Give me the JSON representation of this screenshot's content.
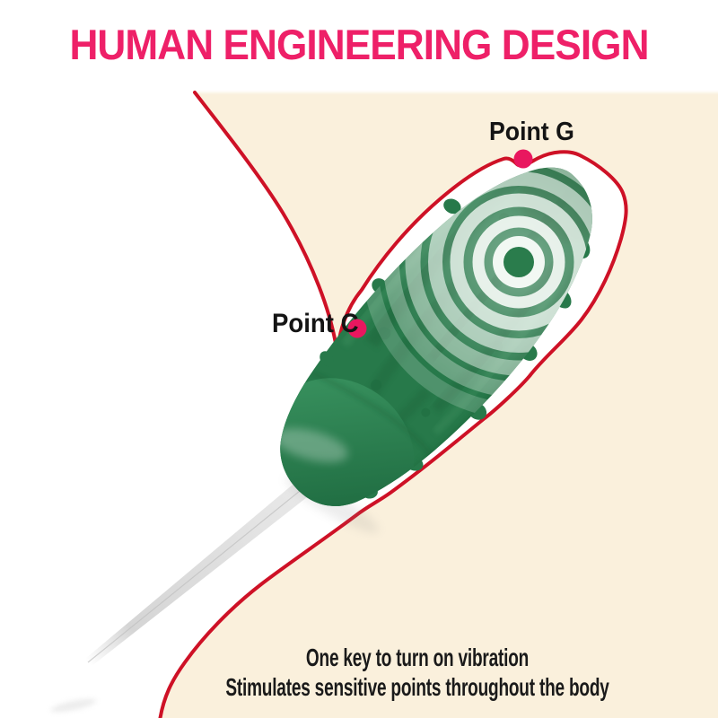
{
  "title": {
    "text": "HUMAN ENGINEERING DESIGN",
    "color": "#EE2068"
  },
  "annotations": {
    "point_g": {
      "label": "Point G",
      "dot_color": "#E9175F"
    },
    "point_c": {
      "label": "Point C",
      "dot_color": "#E9175F"
    }
  },
  "caption": {
    "line1": "One key to turn on vibration",
    "line2": "Stimulates sensitive points throughout the body",
    "color": "#1A1A1A"
  },
  "graphics": {
    "product": "cucumber-shaped-vibrator",
    "vibration_icon": "concentric-ripple-circles",
    "body_outline": "red-curved-silhouette",
    "cord": "thin-white-wire"
  },
  "colors": {
    "background_cream": "#FAF0DC",
    "background_white": "#FFFFFF",
    "outline_red": "#CE1126",
    "product_green": "#27794A",
    "product_cap_green": "#39925F",
    "ring_white": "#F2F8F3",
    "label_black": "#141414"
  }
}
